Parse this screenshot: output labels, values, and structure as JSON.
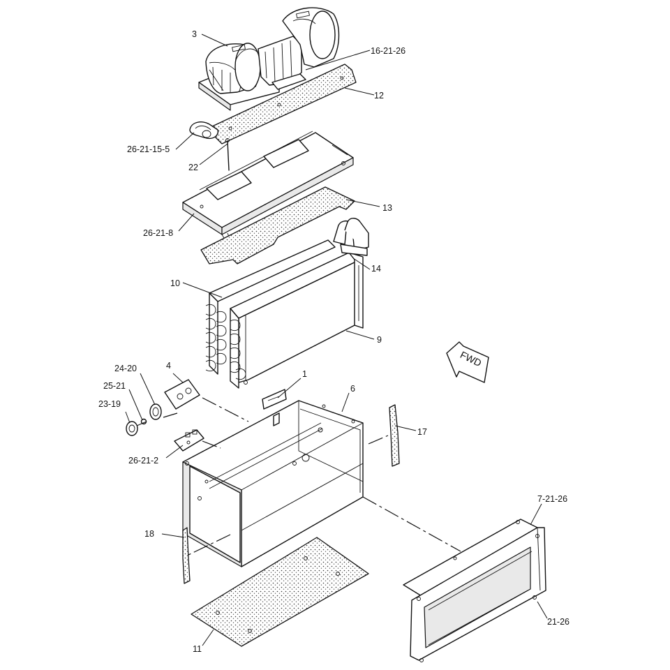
{
  "callouts": [
    {
      "id": "3",
      "text": "3"
    },
    {
      "id": "16-21-26",
      "text": "16-21-26"
    },
    {
      "id": "12",
      "text": "12"
    },
    {
      "id": "26-21-15-5",
      "text": "26-21-15-5"
    },
    {
      "id": "22",
      "text": "22"
    },
    {
      "id": "13",
      "text": "13"
    },
    {
      "id": "26-21-8",
      "text": "26-21-8"
    },
    {
      "id": "14",
      "text": "14"
    },
    {
      "id": "10",
      "text": "10"
    },
    {
      "id": "9",
      "text": "9"
    },
    {
      "id": "1",
      "text": "1"
    },
    {
      "id": "6",
      "text": "6"
    },
    {
      "id": "4",
      "text": "4"
    },
    {
      "id": "24-20",
      "text": "24-20"
    },
    {
      "id": "25-21",
      "text": "25-21"
    },
    {
      "id": "23-19",
      "text": "23-19"
    },
    {
      "id": "17",
      "text": "17"
    },
    {
      "id": "26-21-2",
      "text": "26-21-2"
    },
    {
      "id": "7-21-26",
      "text": "7-21-26"
    },
    {
      "id": "18",
      "text": "18"
    },
    {
      "id": "21-26",
      "text": "21-26"
    },
    {
      "id": "11",
      "text": "11"
    }
  ],
  "direction_arrow": {
    "text": "FWD"
  }
}
